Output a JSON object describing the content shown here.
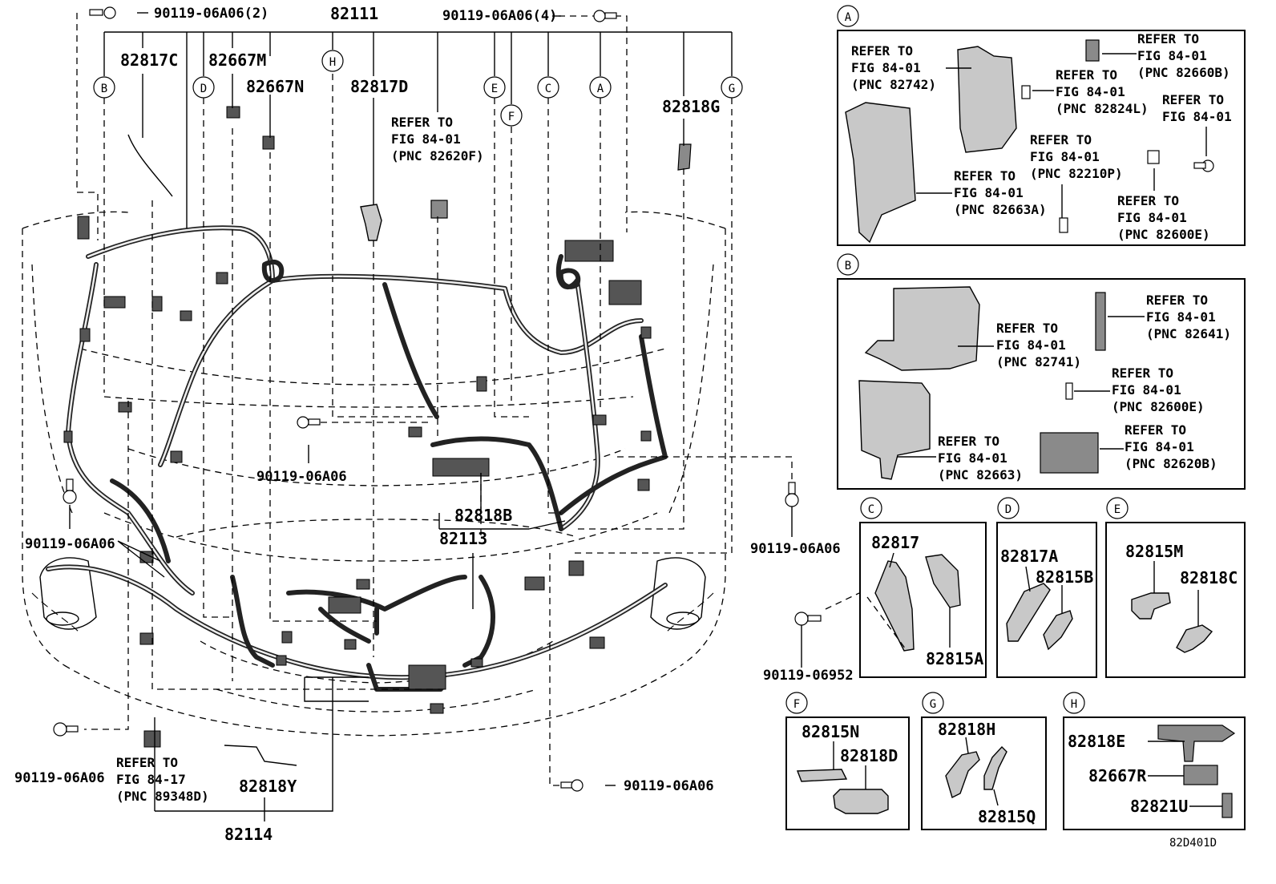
{
  "callouts": [
    "A",
    "B",
    "C",
    "D",
    "E",
    "F",
    "G",
    "H"
  ],
  "main": {
    "main_harness": "82111",
    "engine_room_sub": "82113",
    "lower_harness": "82114",
    "parts": {
      "p82817C": "82817C",
      "p82667M": "82667M",
      "p82667N": "82667N",
      "p82817D": "82817D",
      "p82818G": "82818G",
      "p82818B": "82818B",
      "p82818Y": "82818Y"
    },
    "bolts": {
      "b1": "90119-06A06(2)",
      "b2": "90119-06A06(4)",
      "b3": "90119-06A06",
      "b4": "90119-06A06",
      "b5": "90119-06A06",
      "b6": "90119-06A06",
      "b7": "90119-06A06"
    },
    "refer_top": [
      "REFER TO",
      "FIG 84-01",
      "(PNC 82620F)"
    ],
    "refer_bottom": [
      "REFER TO",
      "FIG 84-17",
      "(PNC 89348D)"
    ]
  },
  "detail_a": {
    "r1": [
      "REFER TO",
      "FIG 84-01",
      "(PNC 82742)"
    ],
    "r2": [
      "REFER TO",
      "FIG 84-01",
      "(PNC 82660B)"
    ],
    "r3": [
      "REFER TO",
      "FIG 84-01",
      "(PNC 82824L)"
    ],
    "r4": [
      "REFER TO",
      "FIG 84-01"
    ],
    "r5": [
      "REFER TO",
      "FIG 84-01",
      "(PNC 82210P)"
    ],
    "r6": [
      "REFER TO",
      "FIG 84-01",
      "(PNC 82663A)"
    ],
    "r7": [
      "REFER TO",
      "FIG 84-01",
      "(PNC 82600E)"
    ]
  },
  "detail_b": {
    "r1": [
      "REFER TO",
      "FIG 84-01",
      "(PNC 82641)"
    ],
    "r2": [
      "REFER TO",
      "FIG 84-01",
      "(PNC 82741)"
    ],
    "r3": [
      "REFER TO",
      "FIG 84-01",
      "(PNC 82600E)"
    ],
    "r4": [
      "REFER TO",
      "FIG 84-01",
      "(PNC 82663)"
    ],
    "r5": [
      "REFER TO",
      "FIG 84-01",
      "(PNC 82620B)"
    ]
  },
  "detail_c": {
    "p1": "82817",
    "p2": "82815A",
    "bolt": "90119-06952"
  },
  "detail_d": {
    "p1": "82817A",
    "p2": "82815B"
  },
  "detail_e": {
    "p1": "82815M",
    "p2": "82818C"
  },
  "detail_f": {
    "p1": "82815N",
    "p2": "82818D"
  },
  "detail_g": {
    "p1": "82818H",
    "p2": "82815Q"
  },
  "detail_h": {
    "p1": "82818E",
    "p2": "82667R",
    "p3": "82821U"
  },
  "figure_id": "82D401D"
}
